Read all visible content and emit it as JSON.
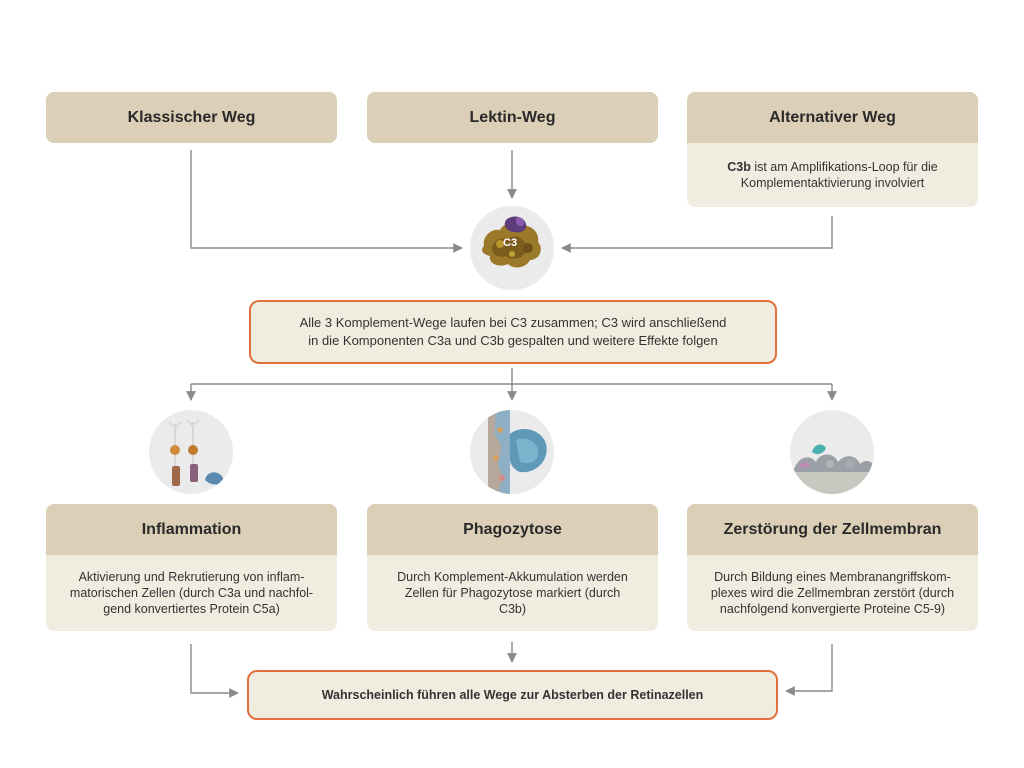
{
  "pathways": {
    "classical": "Klassischer Weg",
    "lectin": "Lektin-Weg",
    "alternative": "Alternativer Weg",
    "alternative_desc_bold": "C3b",
    "alternative_desc_rest": " ist am Amplifikations-Loop für die Komplementaktivierung involviert"
  },
  "c3": {
    "label": "C3",
    "summary_line1": "Alle 3 Komplement-Wege laufen bei C3 zusammen; C3 wird anschließend",
    "summary_line2": "in die Komponenten C3a und C3b gespalten und weitere Effekte folgen"
  },
  "effects": {
    "inflammation": {
      "title": "Inflammation",
      "desc": "Aktivierung und Rekrutierung von inflam-matorischen Zellen (durch C3a und nachfol-gend konvertiertes Protein C5a)"
    },
    "phagocytosis": {
      "title": "Phagozytose",
      "desc": "Durch Komplement-Akkumulation werden Zellen für Phagozytose markiert (durch C3b)"
    },
    "membrane": {
      "title": "Zerstörung der Zellmembran",
      "desc": "Durch Bildung eines Membranangriffskom-plexes wird die Zellmembran zerstört (durch nachfolgend konvergierte Proteine C5-9)"
    }
  },
  "conclusion": "Wahrscheinlich führen alle Wege zur Absterben der Retinazellen",
  "colors": {
    "header_fill": "#dccfb7",
    "desc_fill": "#f1ece0",
    "highlight_border": "#e0703c",
    "arrow": "#8a8a8a"
  }
}
